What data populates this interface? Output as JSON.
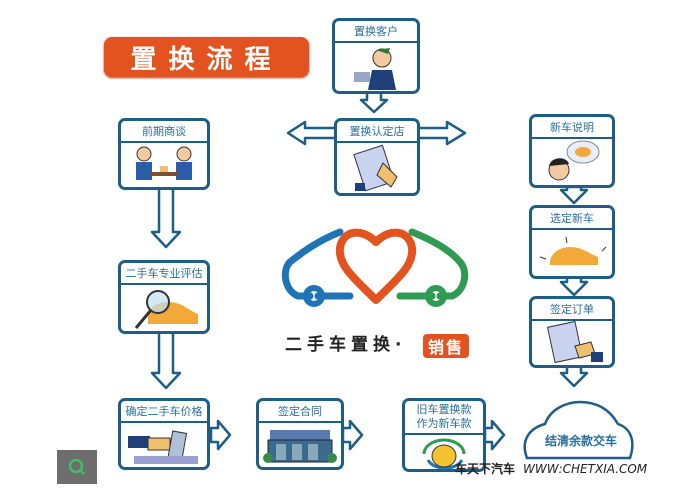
{
  "title": "置换流程",
  "steps": {
    "customer": "置换客户",
    "store": "置换认定店",
    "negotiation": "前期商谈",
    "evaluation": "二手车专业评估",
    "price": "确定二手车价格",
    "contract": "签定合同",
    "old_car_payment_line1": "旧车置换款",
    "old_car_payment_line2": "作为新车款",
    "new_car_intro": "新车说明",
    "select_new_car": "选定新车",
    "sign_order": "签定订单",
    "settle_delivery": "结清余款交车"
  },
  "logo": {
    "text": "二手车置换·",
    "badge": "销售",
    "colors": {
      "blue": "#1f73b7",
      "orange": "#e2531f",
      "green": "#2e9a52"
    }
  },
  "watermark": {
    "cn": "车天下汽车",
    "url": "WWW:CHETXIA.COM"
  },
  "search_button": {
    "icon": "search-icon"
  },
  "colors": {
    "border": "#1e5e86",
    "accent": "#e2531f",
    "text_blue": "#2a6f9c"
  }
}
